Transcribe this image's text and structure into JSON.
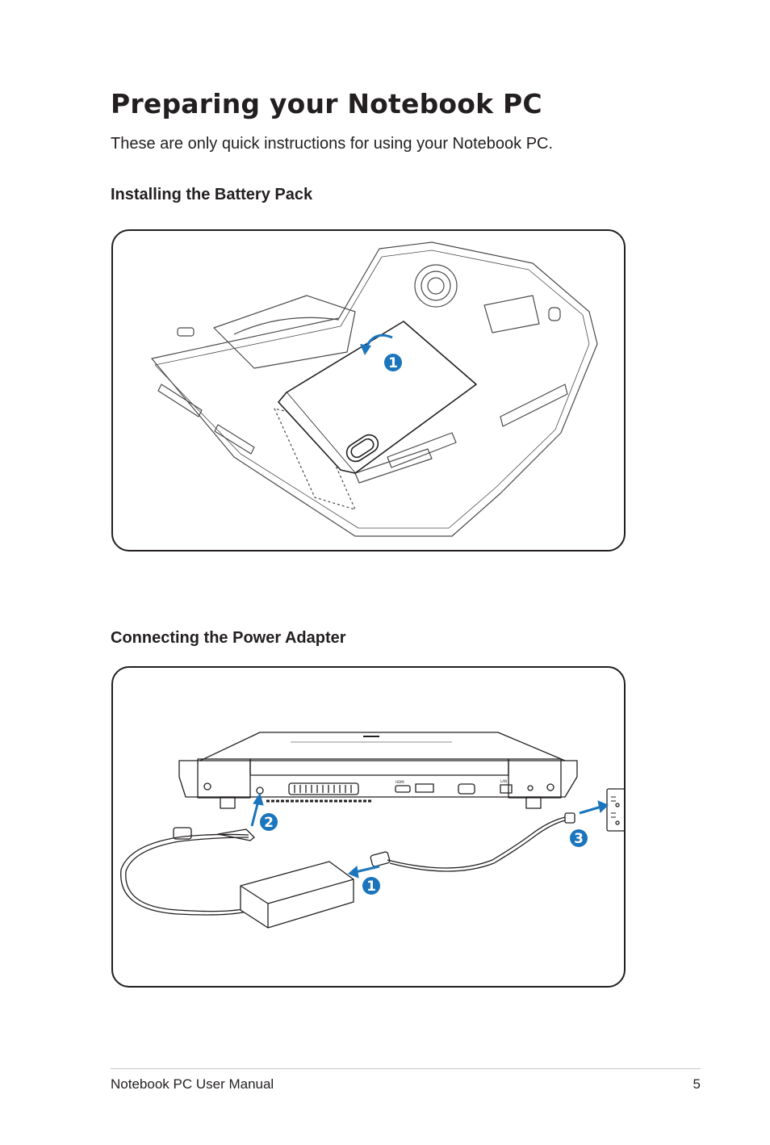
{
  "page": {
    "title": "Preparing your Notebook PC",
    "intro": "These are only quick instructions for using your Notebook PC."
  },
  "sections": [
    {
      "heading": "Installing the Battery Pack",
      "steps": [
        "1"
      ]
    },
    {
      "heading": "Connecting the Power Adapter",
      "steps": [
        "1",
        "2",
        "3"
      ],
      "port_labels": [
        "HDMI",
        "LAN"
      ]
    }
  ],
  "colors": {
    "text": "#231f20",
    "step_badge": "#1b75bc",
    "arrow": "#1b75bc",
    "line_art": "#4a4a4a",
    "footer_rule": "#c8c8c8"
  },
  "icons": {
    "step_badge": "numbered-circle",
    "arrow": "blue-arrow"
  },
  "footer": {
    "manual_name": "Notebook PC User Manual",
    "page_number": "5"
  }
}
